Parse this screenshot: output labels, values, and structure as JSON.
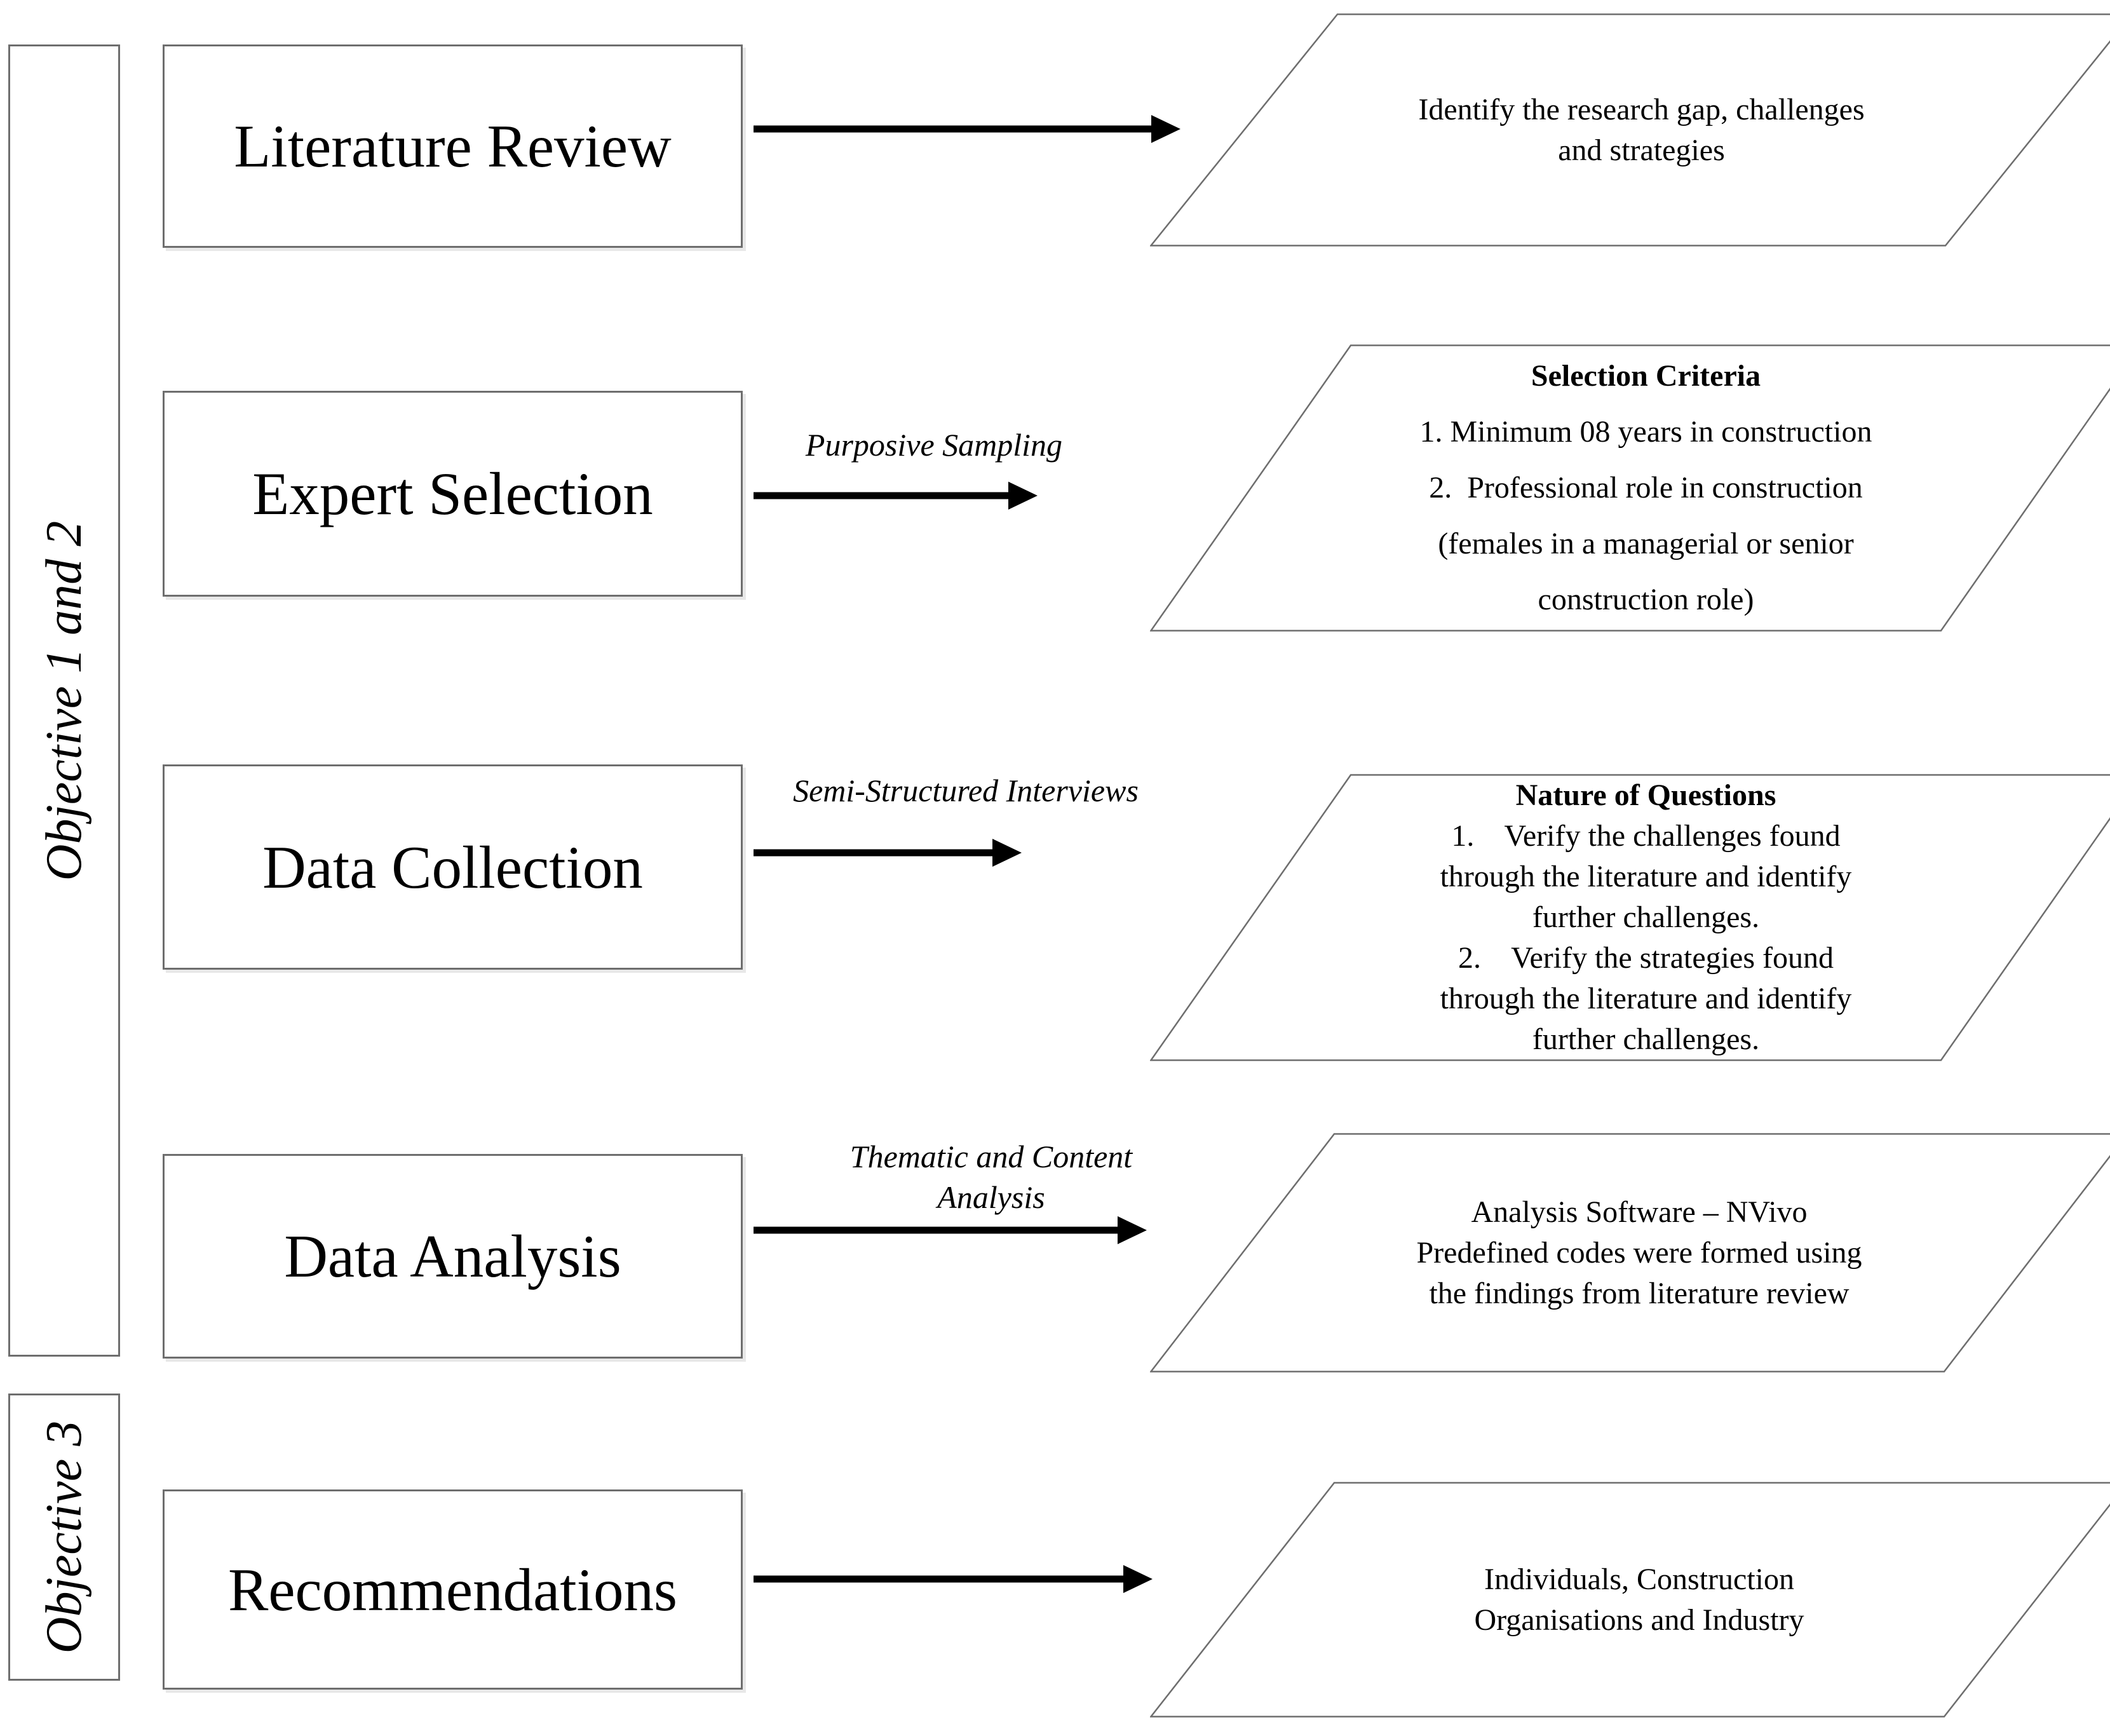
{
  "objectives": {
    "group_1_2": "Objective 1 and 2",
    "group_3": "Objective 3"
  },
  "stages": [
    {
      "label": "Literature Review"
    },
    {
      "label": "Expert Selection"
    },
    {
      "label": "Data Collection"
    },
    {
      "label": "Data Analysis"
    },
    {
      "label": "Recommendations"
    }
  ],
  "arrow_labels": {
    "expert_selection": "Purposive Sampling",
    "data_collection": "Semi-Structured Interviews",
    "data_analysis_line1": "Thematic and Content",
    "data_analysis_line2": "Analysis"
  },
  "outputs": [
    {
      "lines": [
        "Identify the research gap, challenges",
        "and strategies"
      ]
    },
    {
      "heading": "Selection Criteria",
      "lines": [
        "1. Minimum 08 years in construction",
        "2.  Professional role in construction",
        "(females in a managerial or senior",
        "construction role)"
      ]
    },
    {
      "heading": "Nature of Questions",
      "lines": [
        "1.    Verify the challenges found",
        "through the literature and identify",
        "further challenges.",
        "2.    Verify the strategies found",
        "through the literature and identify",
        "further challenges."
      ]
    },
    {
      "lines": [
        "Analysis Software – NVivo",
        "Predefined codes were formed using",
        "the findings from literature review"
      ]
    },
    {
      "lines": [
        "Individuals, Construction",
        "Organisations and Industry"
      ]
    }
  ],
  "colors": {
    "outline": "#6e6e6e",
    "arrow": "#000000",
    "background": "#ffffff"
  }
}
